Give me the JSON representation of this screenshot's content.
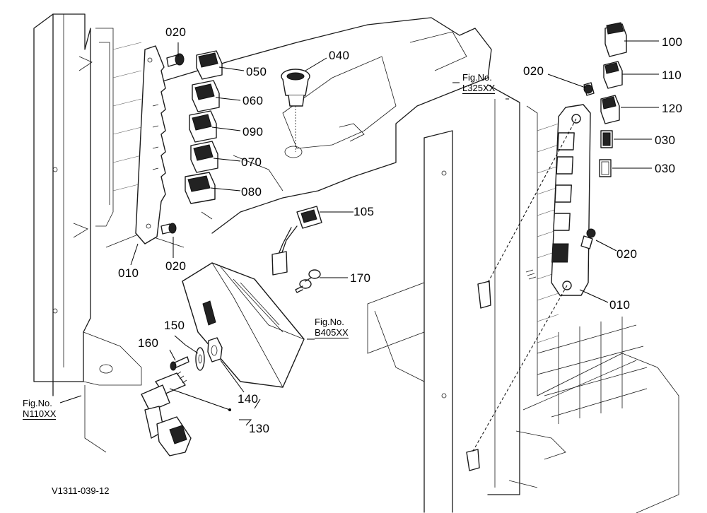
{
  "diagram_id": "V1311-039-12",
  "part_labels": {
    "p020_a": "020",
    "p050": "050",
    "p060": "060",
    "p090": "090",
    "p070": "070",
    "p080": "080",
    "p020_b": "020",
    "p010_a": "010",
    "p040": "040",
    "p105": "105",
    "p170": "170",
    "p150": "150",
    "p160": "160",
    "p140": "140",
    "p130": "130",
    "p100": "100",
    "p110": "110",
    "p120": "120",
    "p030_a": "030",
    "p030_b": "030",
    "p020_c": "020",
    "p020_d": "020",
    "p010_b": "010"
  },
  "figure_refs": [
    {
      "caption": "Fig.No.",
      "number": "L325XX"
    },
    {
      "caption": "Fig.No.",
      "number": "B405XX"
    },
    {
      "caption": "Fig.No.",
      "number": "N110XX"
    }
  ]
}
